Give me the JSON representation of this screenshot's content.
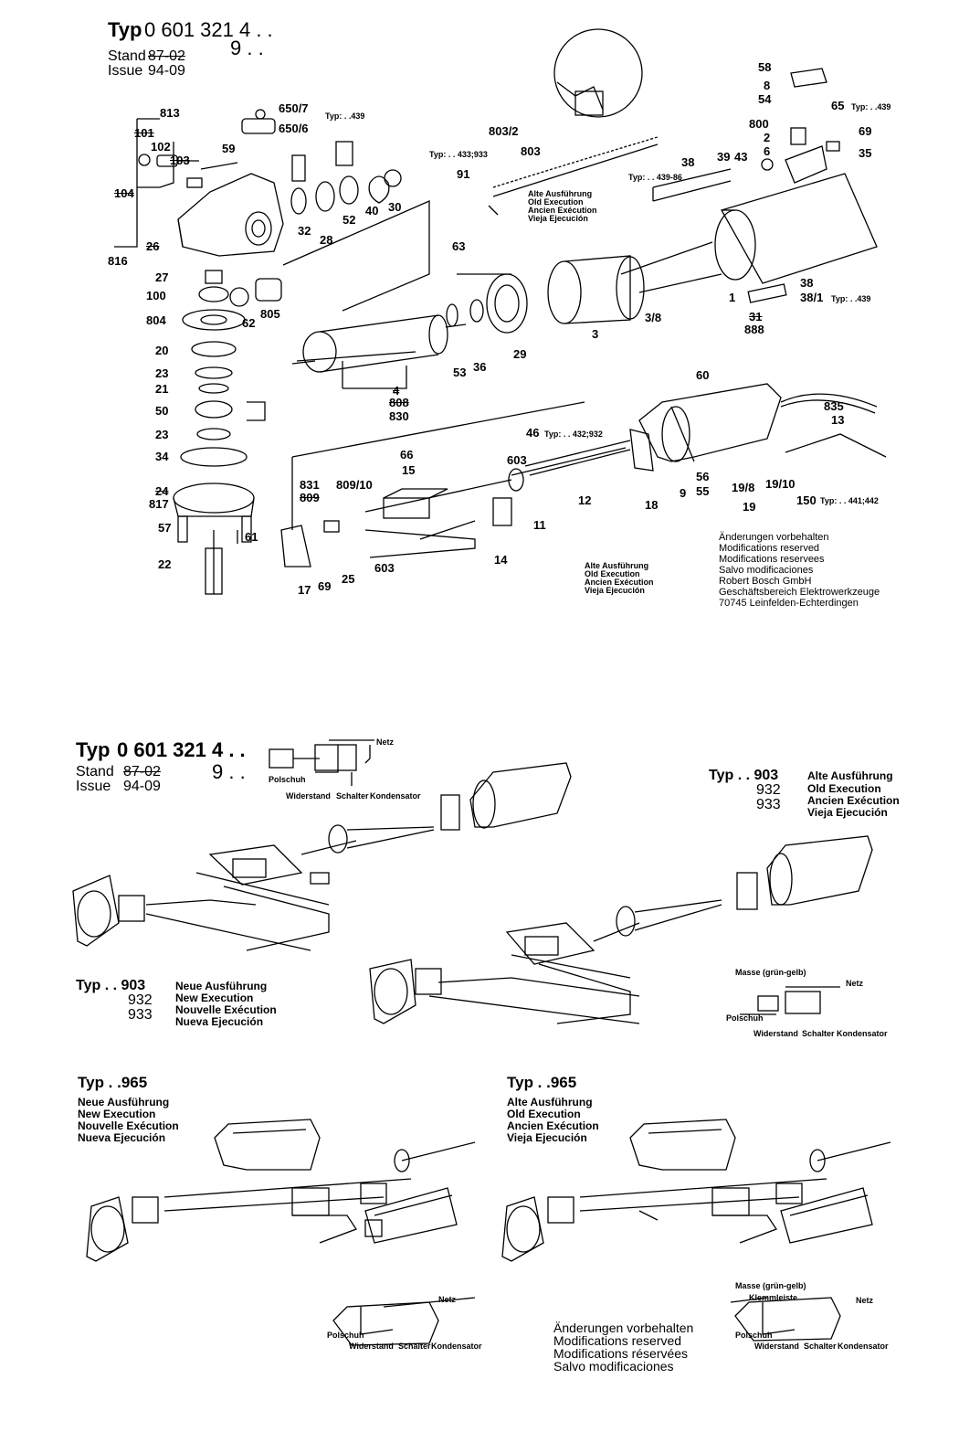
{
  "top": {
    "typ_word": "Typ",
    "typ_number": "0 601 321 4 . .",
    "typ_variant": "9 . .",
    "stand_label": "Stand",
    "stand_value": "87-02",
    "issue_label": "Issue",
    "issue_value": "94-09",
    "execution_old": [
      "Alte Ausführung",
      "Old Execution",
      "Ancien Exécution",
      "Vieja Ejecución"
    ],
    "notes": [
      "Änderungen vorbehalten",
      "Modifications reserved",
      "Modifications reservees",
      "Salvo modificaciones",
      "Robert Bosch GmbH",
      "Geschäftsbereich Elektrowerkzeuge",
      "70745 Leinfelden-Echterdingen"
    ],
    "callouts": [
      "813",
      "101",
      "102",
      "103",
      "104",
      "59",
      "650/7",
      "650/6",
      "Typ: . .439",
      "26",
      "816",
      "27",
      "100",
      "62",
      "805",
      "804",
      "20",
      "23",
      "21",
      "50",
      "23",
      "34",
      "24",
      "817",
      "57",
      "61",
      "22",
      "32",
      "28",
      "52",
      "40",
      "30",
      "803/2",
      "Typ: . . 433;933",
      "803",
      "91",
      "63",
      "53",
      "36",
      "29",
      "3",
      "3/8",
      "4",
      "808",
      "830",
      "58",
      "8",
      "54",
      "65",
      "Typ: . .439",
      "800",
      "2",
      "6",
      "69",
      "35",
      "38",
      "Typ: . . 439-86",
      "39",
      "43",
      "38",
      "38/1",
      "Typ: . .439",
      "31",
      "888",
      "1",
      "60",
      "835",
      "13",
      "46",
      "Typ: . . 432;932",
      "66",
      "15",
      "603",
      "831",
      "809",
      "809/10",
      "12",
      "11",
      "18",
      "9",
      "56",
      "55",
      "19/8",
      "19/10",
      "19",
      "150",
      "Typ: . . 441;442",
      "14",
      "17",
      "69",
      "25",
      "603"
    ]
  },
  "mid": {
    "typ_word": "Typ",
    "typ_number": "0 601 321 4 . .",
    "typ_variant": "9 . .",
    "stand_label": "Stand",
    "stand_value": "87-02",
    "issue_label": "Issue",
    "issue_value": "94-09",
    "typ_old": "Typ . . 903",
    "typ_old_2": "932",
    "typ_old_3": "933",
    "execution_old": [
      "Alte Ausführung",
      "Old Execution",
      "Ancien Exécution",
      "Vieja Ejecución"
    ],
    "typ_new": "Typ . . 903",
    "typ_new_2": "932",
    "typ_new_3": "933",
    "execution_new": [
      "Neue Ausführung",
      "New Execution",
      "Nouvelle Exécution",
      "Nueva Ejecución"
    ],
    "wiring_labels": [
      "Netz",
      "Polschuh",
      "Widerstand",
      "Schalter",
      "Kondensator"
    ],
    "wiring_labels_right": [
      "Masse (grün-gelb)",
      "Netz",
      "Polschuh",
      "Widerstand",
      "Schalter",
      "Kondensator"
    ]
  },
  "bottom_left": {
    "typ": "Typ . .965",
    "execution": [
      "Neue Ausführung",
      "New Execution",
      "Nouvelle Exécution",
      "Nueva Ejecución"
    ],
    "wiring_labels": [
      "Netz",
      "Polschuh",
      "Widerstand",
      "Schalter",
      "Kondensator"
    ]
  },
  "bottom_right": {
    "typ": "Typ . .965",
    "execution": [
      "Alte Ausführung",
      "Old Execution",
      "Ancien Exécution",
      "Vieja Ejecución"
    ],
    "wiring_labels": [
      "Masse (grün-gelb)",
      "Klemmleiste",
      "Netz",
      "Polschuh",
      "Widerstand",
      "Schalter",
      "Kondensator"
    ],
    "notes": [
      "Änderungen vorbehalten",
      "Modifications reserved",
      "Modifications réservées",
      "Salvo modificaciones"
    ]
  }
}
